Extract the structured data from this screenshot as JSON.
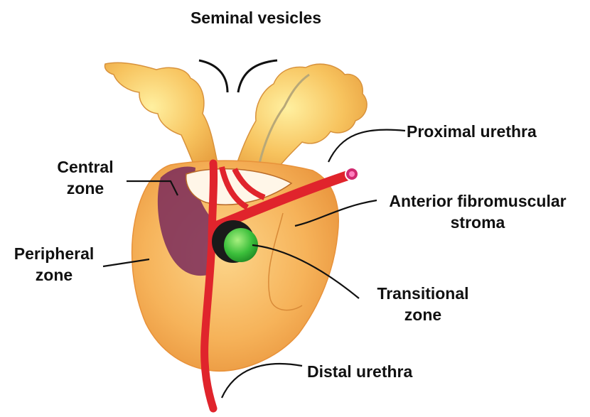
{
  "labels": {
    "seminal_vesicles": "Seminal vesicles",
    "proximal_urethra": "Proximal urethra",
    "central_zone_line1": "Central",
    "central_zone_line2": "zone",
    "anterior_stroma_line1": "Anterior fibromuscular",
    "anterior_stroma_line2": "stroma",
    "peripheral_zone_line1": "Peripheral",
    "peripheral_zone_line2": "zone",
    "transitional_zone_line1": "Transitional",
    "transitional_zone_line2": "zone",
    "distal_urethra": "Distal urethra"
  },
  "colors": {
    "peripheral_zone": "#f6b35a",
    "central_zone": "#7a2a5a",
    "urethra": "#e0242c",
    "transitional_zone": "#3bbf3b",
    "seminal_vesicle": "#f7c35e",
    "leader_line": "#111111"
  }
}
